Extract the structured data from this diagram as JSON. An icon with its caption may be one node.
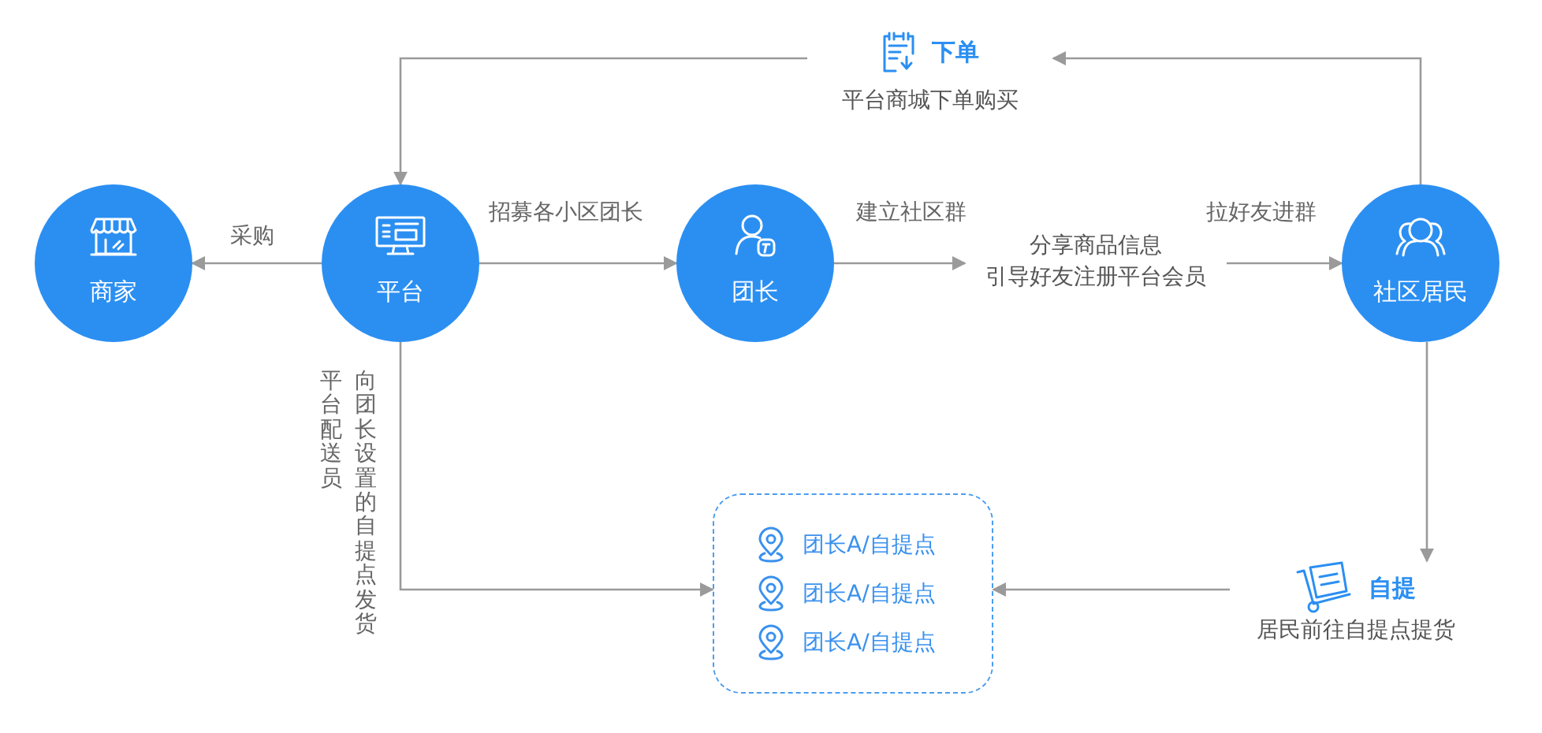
{
  "diagram": {
    "nodes": [
      {
        "text": [
          "商家"
        ]
      },
      {
        "text": [
          "平台"
        ]
      },
      {
        "text": [
          "团长"
        ]
      },
      {
        "text": [
          "分享商品信息",
          "引导好友注册平台会员"
        ]
      },
      {
        "text": [
          "社区居民"
        ]
      },
      {
        "text": [
          "下单",
          "平台商城下单购买"
        ]
      },
      {
        "text": [
          "自提",
          "居民前往自提点提货"
        ]
      },
      {
        "text": [
          "团长A/自提点",
          "团长A/自提点",
          "团长A/自提点"
        ]
      }
    ],
    "edges": [
      {
        "from": 1,
        "to": 0,
        "arrow": "to",
        "label": "采购"
      },
      {
        "from": 1,
        "to": 2,
        "arrow": "to",
        "label": "招募各小区团长"
      },
      {
        "from": 2,
        "to": 3,
        "arrow": "to",
        "label": "建立社区群"
      },
      {
        "from": 3,
        "to": 4,
        "arrow": "to",
        "label": "拉好友进群"
      },
      {
        "from": 4,
        "to": 5,
        "arrow": "to"
      },
      {
        "from": 5,
        "to": 1,
        "arrow": "to"
      },
      {
        "from": 4,
        "to": 6,
        "arrow": "to"
      },
      {
        "from": 6,
        "to": 7,
        "arrow": "to"
      },
      {
        "from": 1,
        "to": 7,
        "arrow": "to"
      }
    ],
    "labels": [
      "平台配送员",
      "向团长设置的自提点发货"
    ]
  }
}
